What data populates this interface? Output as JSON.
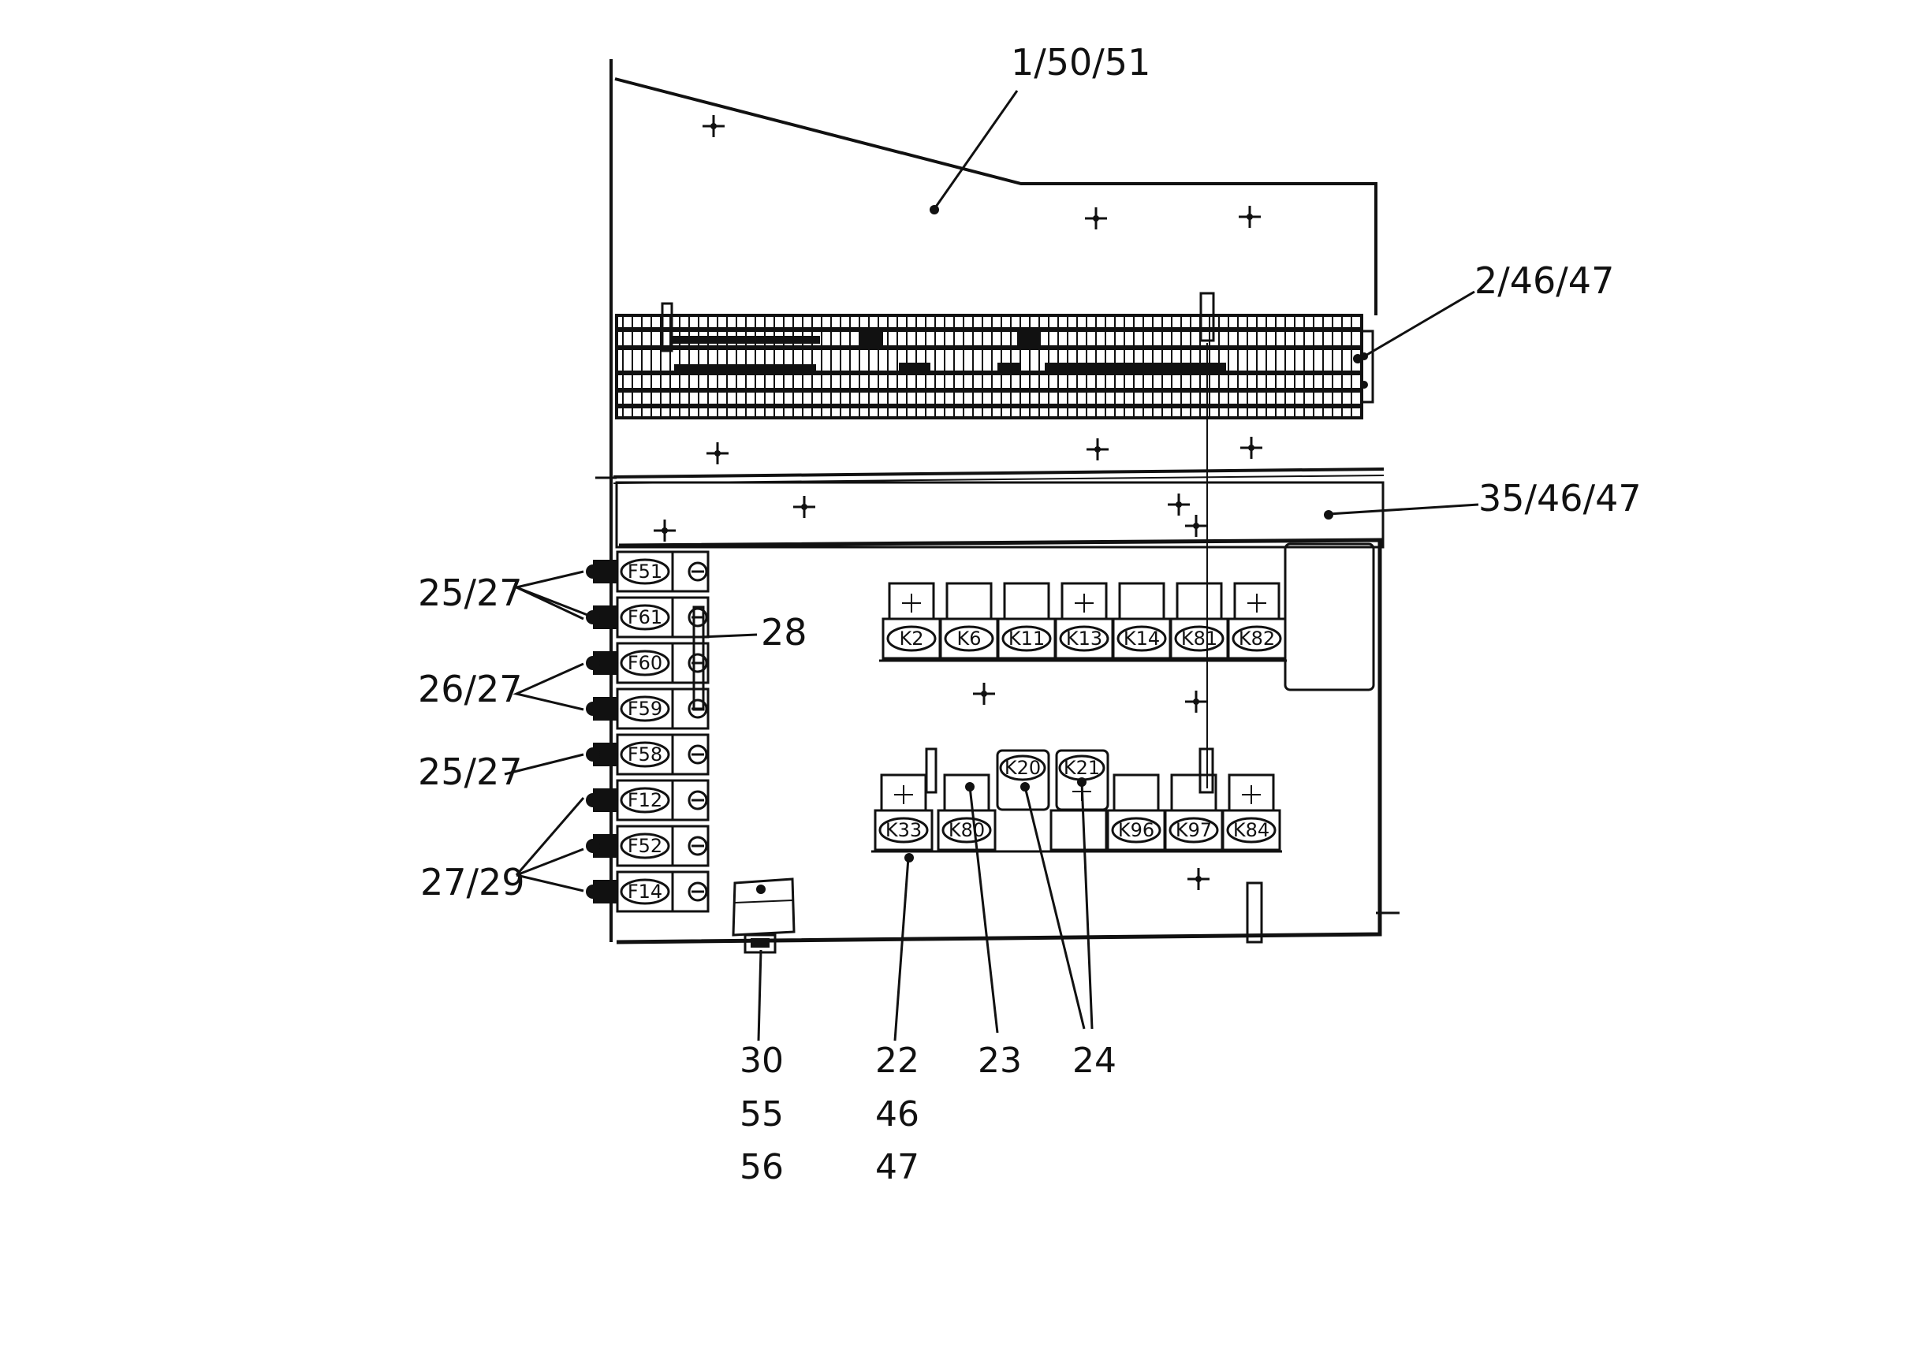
{
  "callouts": {
    "top_panel": "1/50/51",
    "terminal_strip": "2/46/47",
    "mid_rail": "35/46/47",
    "fuse_group_a": "25/27",
    "fuse_group_b": "26/27",
    "fuse_group_c": "25/27",
    "fuse_group_d": "27/29",
    "bridge": "28"
  },
  "bottom_refs": {
    "col1": [
      "30",
      "55",
      "56"
    ],
    "col2": [
      "22",
      "46",
      "47"
    ],
    "col3": [
      "23"
    ],
    "col4": [
      "24"
    ]
  },
  "fuses": [
    "F51",
    "F61",
    "F60",
    "F59",
    "F58",
    "F12",
    "F52",
    "F14"
  ],
  "relays_upper": [
    "K2",
    "K6",
    "K11",
    "K13",
    "K14",
    "K81",
    "K82"
  ],
  "relays_lower": [
    "K33",
    "K80",
    "K96",
    "K97",
    "K84"
  ],
  "relays_raised": [
    "K20",
    "K21"
  ]
}
